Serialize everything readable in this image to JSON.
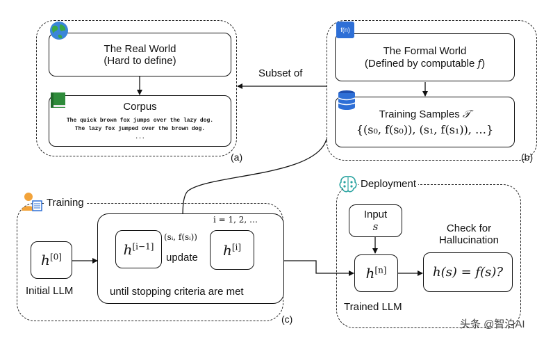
{
  "panel_a": {
    "tag": "(a)",
    "real_world": {
      "title": "The Real World",
      "subtitle": "(Hard to define)"
    },
    "corpus": {
      "title": "Corpus",
      "line1": "The quick brown fox jumps over the lazy dog.",
      "line2": "The lazy fox jumped over the brown dog.",
      "line3": "..."
    }
  },
  "panel_b": {
    "tag": "(b)",
    "icon_label": "f(n)",
    "formal_world": {
      "title": "The Formal World",
      "subtitle_prefix": "(Defined by computable ",
      "subtitle_var": "f",
      "subtitle_suffix": ")"
    },
    "training_samples": {
      "title": "Training Samples ",
      "title_sym": "𝒯",
      "formula": "{(s₀, f(s₀)), (s₁, f(s₁)), …}"
    }
  },
  "subset_of": "Subset of",
  "panel_c": {
    "tag": "(c)",
    "heading": "Training",
    "initial_llm": {
      "symbol": "h",
      "sup": "[0]",
      "label": "Initial LLM"
    },
    "loop": {
      "index": "i = 1, 2, …",
      "h_prev": {
        "symbol": "h",
        "sup": "[i−1]"
      },
      "h_curr": {
        "symbol": "h",
        "sup": "[i]"
      },
      "pair": "(sᵢ, f(sᵢ))",
      "update": "update",
      "until": "until stopping criteria are met"
    }
  },
  "panel_d": {
    "heading": "Deployment",
    "input": {
      "title": "Input",
      "var": "s"
    },
    "trained": {
      "symbol": "h",
      "sup": "[n]",
      "label": "Trained LLM"
    },
    "check": {
      "line1": "Check for",
      "line2": "Hallucination",
      "formula": "h(s) = f(s)?"
    }
  },
  "watermark": "头条 @智泊AI"
}
